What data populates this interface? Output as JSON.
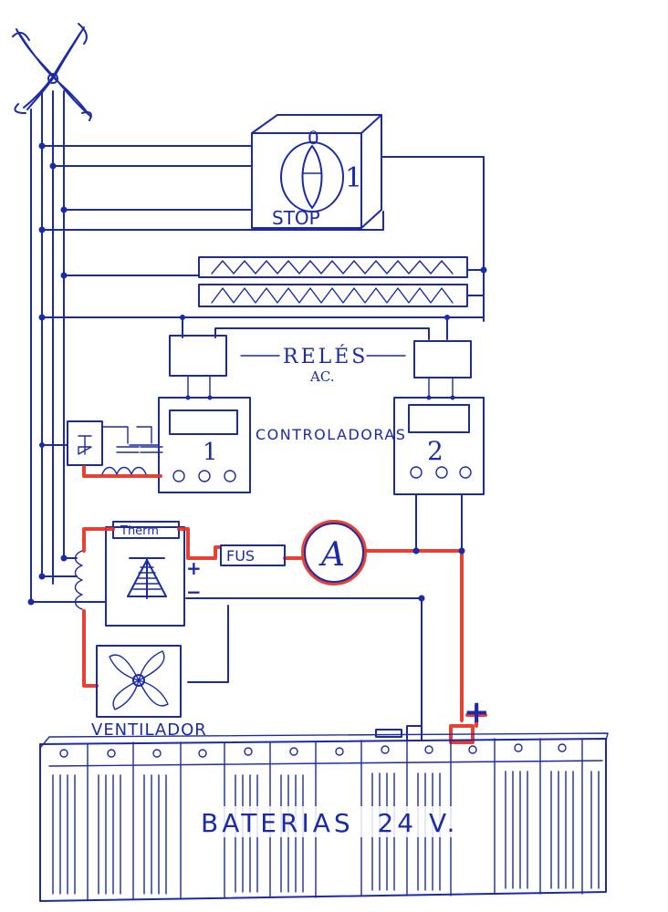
{
  "diagram": {
    "labels": {
      "switch_one": "1",
      "switch_zero": "0",
      "switch_stop": "STOP",
      "relays": "RELÉS",
      "relays_sub": "AC.",
      "controllers": "CONTROLADORAS",
      "controller_1": "1",
      "controller_2": "2",
      "thermostat": "Therm",
      "plus": "+",
      "minus": "−",
      "fuse": "FUS",
      "ammeter": "A",
      "fan": "VENTILADOR",
      "battery_plus": "+",
      "batteries": "BATERIAS  24 V."
    },
    "colors": {
      "ink": "#1a2aa8",
      "positive_wire": "#e8301f"
    }
  }
}
